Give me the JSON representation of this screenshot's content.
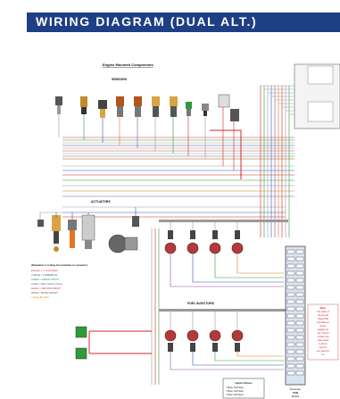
{
  "title": "WIRING DIAGRAM (DUAL ALT.)",
  "section_engine": "Engine Mounted Components",
  "group_sensors": "SENSORS",
  "group_actuators": "ACTUATORS",
  "group_injectors": "FUEL INJECTORS",
  "legend_heading": "(Simulation 1 Looking into terminals on connector)",
  "legend_lines": [
    "Example: x = cx-wire/black",
    "ex-BLUE = X-WIRE/BLUE",
    "GREEN = GREEN CIRCUIT",
    "ex-Blue = Blue Circuit to Circuit",
    "Red/Gn = GROUND CIRCUIT",
    "WHITE = WHITE CIRCUIT",
    "= Wiring Bus Wire"
  ],
  "note_text": [
    "Note:",
    "For clarity of",
    "the pins all",
    "those PCM",
    "terminals are",
    "shown",
    "together as",
    "one. The pin",
    "numbers are",
    "color coded",
    "to the fix",
    "input for",
    "any same fix",
    "6 1"
  ],
  "pcm_label": [
    "Powertrain",
    "PCM",
    "Module"
  ],
  "bottom_box_title": "Injector Drivers",
  "bottom_box_lines": [
    "= Driver Coil Power",
    "= Driver Coil Power",
    "= Driver Coil Power"
  ],
  "colors": {
    "banner": "#1f3f84",
    "red_wire": "#d62828",
    "green_wire": "#2f9a3a",
    "blue_wire": "#3554b8",
    "gray_wire": "#9a9a9a",
    "orange_wire": "#e07a1f",
    "purple_wire": "#8a4fa0"
  }
}
